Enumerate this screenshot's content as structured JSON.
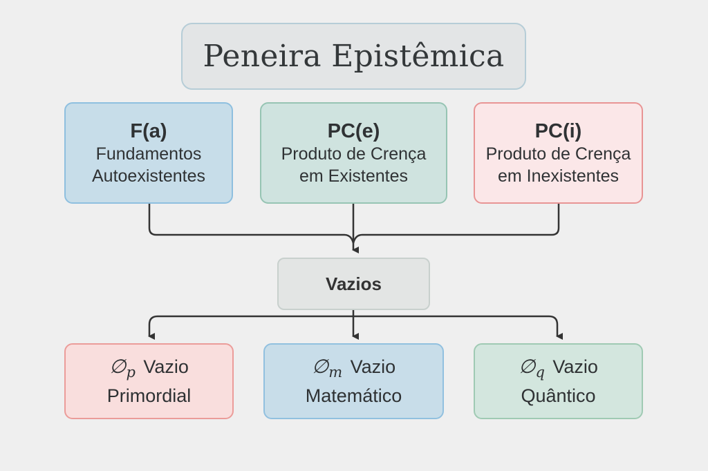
{
  "title": "Peneira Epistêmica",
  "sources": [
    {
      "heading": "F(a)",
      "line1": "Fundamentos",
      "line2": "Autoexistentes"
    },
    {
      "heading": "PC(e)",
      "line1": "Produto de Crença",
      "line2": "em Existentes"
    },
    {
      "heading": "PC(i)",
      "line1": "Produto de Crença",
      "line2": "em Inexistentes"
    }
  ],
  "hub": {
    "label": "Vazios"
  },
  "voids": [
    {
      "symbol": "∅",
      "subscript": "p",
      "word": "Vazio",
      "line2": "Primordial"
    },
    {
      "symbol": "∅",
      "subscript": "m",
      "word": "Vazio",
      "line2": "Matemático"
    },
    {
      "symbol": "∅",
      "subscript": "q",
      "word": "Vazio",
      "line2": "Quântico"
    }
  ],
  "colors": {
    "background": "#efefef",
    "line": "#333333",
    "blue": "#c7dde9",
    "green": "#cfe3df",
    "pink": "#fbe7e8"
  }
}
